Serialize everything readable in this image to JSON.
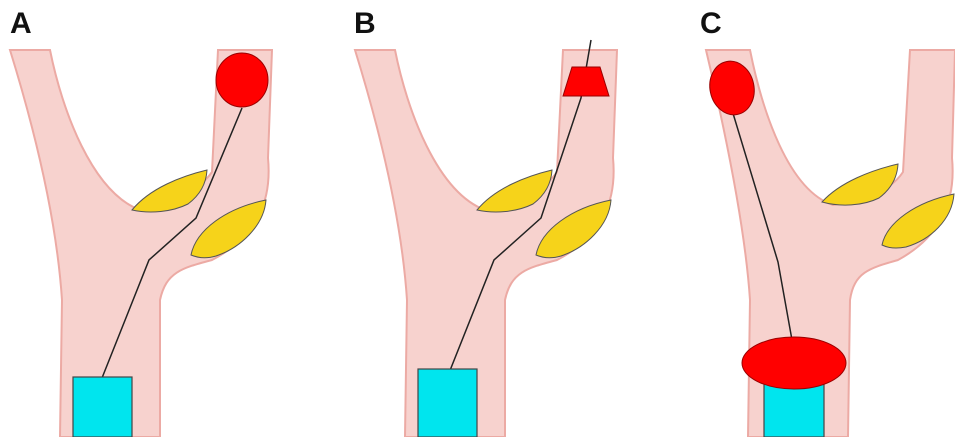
{
  "panels": [
    {
      "label": "A"
    },
    {
      "label": "B"
    },
    {
      "label": "C"
    }
  ],
  "colors": {
    "vessel_fill": "#f7d2ce",
    "vessel_outline": "#ecaaa4",
    "plaque": "#f6d31a",
    "occluder": "#ff0000",
    "sheath": "#00e5ee",
    "wire": "#222222"
  }
}
